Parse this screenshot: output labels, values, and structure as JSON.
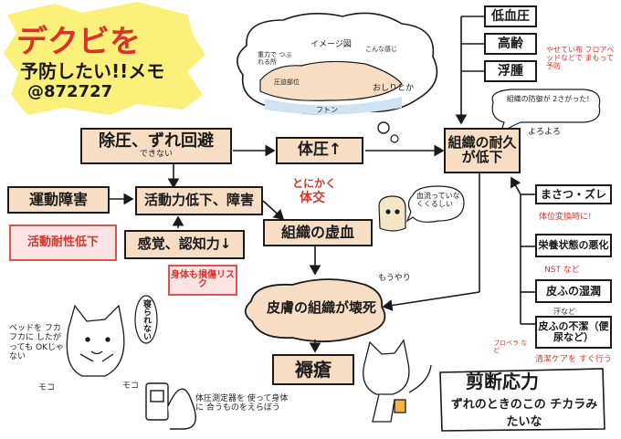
{
  "title": {
    "line1": "デクビを",
    "line2": "予防したい!!メモ",
    "handle": "@872727"
  },
  "cloud": {
    "label_image": "イメージ図",
    "label_a": "重力で つぶれる所",
    "label_b": "こんな感じ",
    "label_c": "圧迫部位",
    "label_bottom": "おしりとか",
    "label_futon": "フトン"
  },
  "center": {
    "avoid": "除圧、ずれ回避",
    "cannot": "できない",
    "pressure_up": "体圧↑",
    "pressure_note1": "とにかく",
    "pressure_note2": "体交",
    "ischemia": "組織の虚血",
    "bloodflow_note": "血流っていなくくるしい",
    "skin_damage": "皮膚の組織が壊死",
    "ulcer": "褥瘡",
    "moyamoya": "もうやり"
  },
  "left": {
    "motor": "運動障害",
    "activity": "活動力低下、障害",
    "activity_drop": "活動耐性低下",
    "sensation": "感覚、認知力↓",
    "risk": "身体も損傷リスク"
  },
  "right": {
    "top_items": [
      "低血圧",
      "高齢",
      "浮腫"
    ],
    "thin_note": "やせてい布 フロアベッドなどで まもって予防",
    "tissue": "組織の耐久が低下",
    "defense_note": "組織の防御が 2さがった!",
    "yoroyoro": "よろよろ",
    "factors": [
      "まさつ・ズレ",
      "栄養状態の悪化",
      "皮ふの湿潤",
      "皮ふの不潔（便尿など）"
    ],
    "factor_notes": [
      "体位変換時に!",
      "NST など",
      "汗など",
      "清潔ケアを すぐ行う"
    ],
    "pro_note": "プロペラ など"
  },
  "bottom": {
    "bed_note": "ベッドを フカフカに したがっても OKじゃない",
    "bed_note2": "寝られない",
    "moko1": "モコ",
    "moko2": "モコ",
    "scale_note": "体圧測定器を 使って身体に 合うものをえらぼう",
    "shear_title": "剪断応力",
    "shear_sub": "ずれのときのこの チカラみたいな"
  },
  "colors": {
    "peach": "#f6ddc4",
    "title_yellow": "#fbf07a",
    "red": "#d9342b",
    "blue_ground": "#cfe3f3"
  }
}
